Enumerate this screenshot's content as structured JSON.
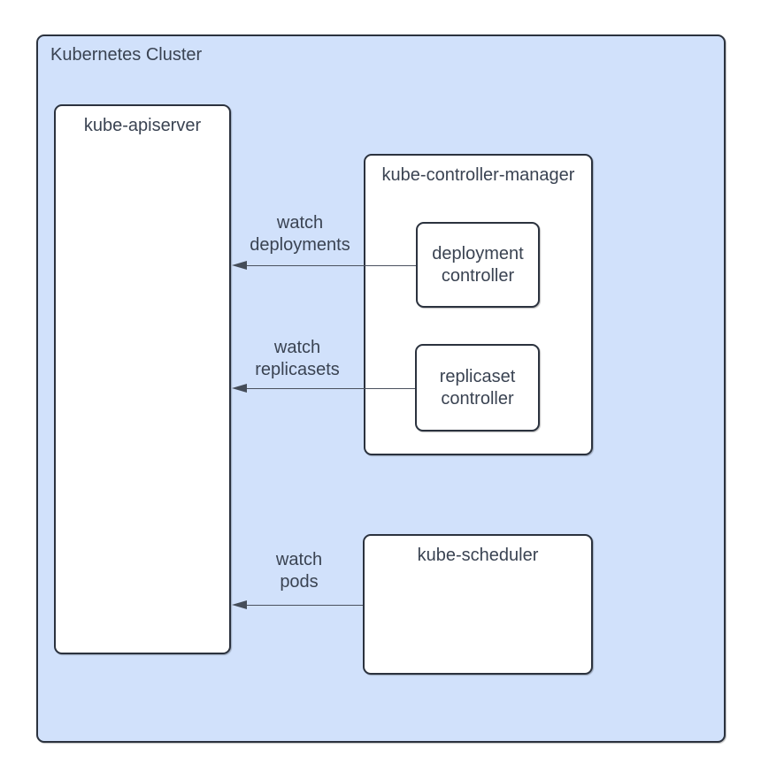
{
  "diagram": {
    "cluster": {
      "label": "Kubernetes Cluster"
    },
    "nodes": {
      "apiserver": {
        "label": "kube-apiserver"
      },
      "controller_manager": {
        "label": "kube-controller-manager"
      },
      "deployment_controller": {
        "label": "deployment controller"
      },
      "replicaset_controller": {
        "label": "replicaset controller"
      },
      "scheduler": {
        "label": "kube-scheduler"
      }
    },
    "edges": [
      {
        "from": "deployment controller",
        "to": "kube-apiserver",
        "label": "watch\ndeployments"
      },
      {
        "from": "replicaset controller",
        "to": "kube-apiserver",
        "label": "watch\nreplicasets"
      },
      {
        "from": "kube-scheduler",
        "to": "kube-apiserver",
        "label": "watch\npods"
      }
    ],
    "colors": {
      "cluster_fill": "#d1e1fb",
      "node_fill": "#ffffff",
      "stroke": "#2b323e",
      "arrow": "#4a515e",
      "text": "#3a4352"
    }
  }
}
